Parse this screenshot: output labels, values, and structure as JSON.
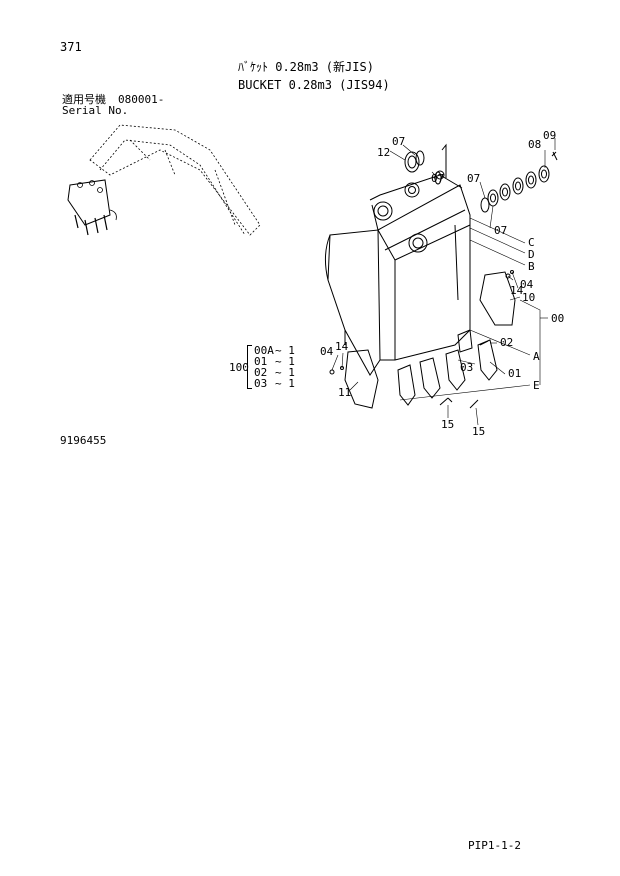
{
  "page_number": "371",
  "title_jp": "ﾊﾞｹｯﾄ 0.28m3 (新JIS)",
  "title_en": "BUCKET 0.28m3 (JIS94)",
  "serial": {
    "label_jp": "適用号機",
    "value": "080001-",
    "label_en": "Serial No."
  },
  "figure_no": "9196455",
  "page_ref": "PIP1-1-2",
  "assembly": {
    "main_no": "100",
    "rows": [
      {
        "part": "00A",
        "qty": "~ 1"
      },
      {
        "part": "01",
        "qty": "~ 1"
      },
      {
        "part": "02",
        "qty": "~ 1"
      },
      {
        "part": "03",
        "qty": "~ 1"
      }
    ]
  },
  "callouts": {
    "c07a": "07",
    "c12": "12",
    "c07b": "07",
    "c09": "09",
    "c08": "08",
    "c07c": "07",
    "c07d": "07",
    "cC": "C",
    "cD": "D",
    "cB": "B",
    "c04a": "04",
    "c14a": "14",
    "c10": "10",
    "c00": "00",
    "c02": "02",
    "cA": "A",
    "c03": "03",
    "c01": "01",
    "cE": "E",
    "c04b": "04",
    "c14b": "14",
    "c11": "11",
    "c15a": "15",
    "c15b": "15"
  }
}
